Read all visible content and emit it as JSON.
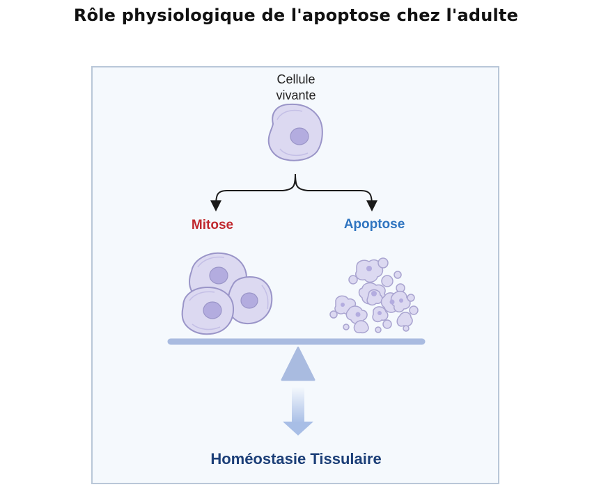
{
  "title": "Rôle physiologique de l'apoptose chez l'adulte",
  "labels": {
    "living_cell": "Cellule\nvivante",
    "mitosis": "Mitose",
    "apoptosis": "Apoptose",
    "homeostasis": "Homéostasie Tissulaire"
  },
  "colors": {
    "mitosis": "#c0282d",
    "apoptosis": "#2e74c0",
    "homeostasis": "#1c3f78",
    "cell_fill": "#dcd9f1",
    "cell_stroke": "#9a95c8",
    "nucleus": "#b3acdf",
    "balance": "#a9bbe0"
  }
}
